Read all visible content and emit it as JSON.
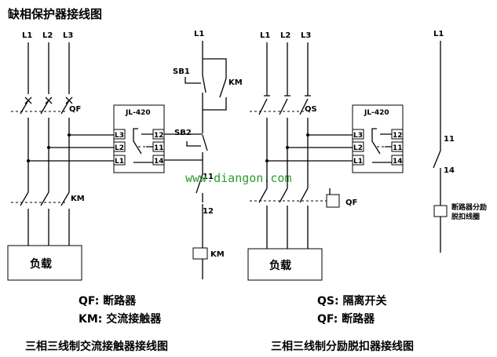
{
  "title": "缺相保护器接线图",
  "watermark": "www.diangon.com",
  "diagram1": {
    "phases": [
      "L1",
      "L2",
      "L3"
    ],
    "breaker": "QF",
    "contactor": "KM",
    "relay_name": "JL-420",
    "relay_inputs": [
      "L3",
      "L2",
      "L1"
    ],
    "relay_outputs": [
      "12",
      "11",
      "14"
    ],
    "load": "负载",
    "legend": [
      "QF: 断路器",
      "KM: 交流接触器"
    ],
    "caption": "三相三线制交流接触器接线图"
  },
  "control_circuit": {
    "line": "L1",
    "stop_button": "SB1",
    "start_button": "SB2",
    "hold_contact": "KM",
    "term_11": "11",
    "term_12": "12",
    "coil": "KM"
  },
  "diagram2": {
    "phases": [
      "L1",
      "L2",
      "L3"
    ],
    "switch": "QS",
    "relay_name": "JL-420",
    "relay_inputs": [
      "L3",
      "L2",
      "L1"
    ],
    "relay_outputs": [
      "12",
      "11",
      "14"
    ],
    "trip_coil": "QF",
    "load": "负载",
    "legend": [
      "QS: 隔离开关",
      "QF: 断路器"
    ],
    "caption": "三相三线制分励脱扣器接线图"
  },
  "shunt_circuit": {
    "line": "L1",
    "term_11": "11",
    "term_14": "14",
    "coil_label": [
      "断路器分励",
      "脱扣线圈"
    ]
  }
}
